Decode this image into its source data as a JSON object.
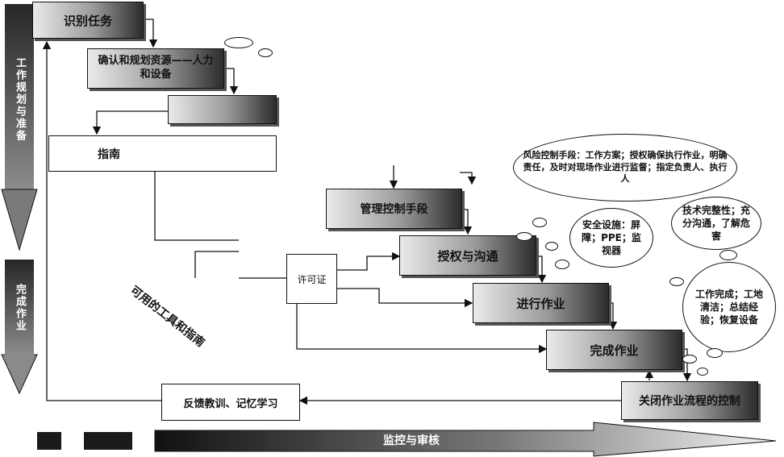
{
  "phases": {
    "planning": "工作规划与准备",
    "operation": "完成作业"
  },
  "steps": {
    "identify": "识别任务",
    "resources": "确认和规划资源——人力和设备",
    "analyze": "",
    "instruction": "指南",
    "controls": "管理控制手段",
    "authorize": "授权与沟通",
    "execute": "进行作业",
    "complete": "完成作业",
    "close": "关闭作业流程的控制",
    "feedback": "反馈教训、记忆学习",
    "permit": "许可证"
  },
  "labels": {
    "tools": "可用的工具和指南"
  },
  "clouds": {
    "c1": "风险控制手段：工作方案；授权确保执行作业，明确责任，及时对现场作业进行监督；指定负责人、执行人",
    "c2": "安全设施：屏障；PPE；监视器",
    "c3": "技术完整性；充分沟通，了解危害",
    "c4": "工作完成；工地清洁；总结经验；恢复设备"
  },
  "bottom_bar": {
    "label": "监控与审核"
  },
  "colors": {
    "dark": "#262626",
    "line": "#111111"
  }
}
